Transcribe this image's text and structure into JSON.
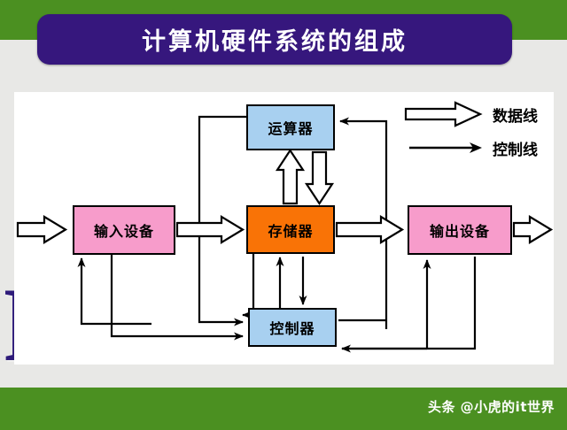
{
  "title": {
    "text": "计算机硬件系统的组成",
    "box_color": "#36177d",
    "text_color": "#ffffff"
  },
  "theme": {
    "band_green": "#4b9021",
    "page_bg": "#e8e8e6",
    "canvas_bg": "#ffffff",
    "deco_letters": "FD",
    "deco_color": "#2e1b7a"
  },
  "diagram": {
    "type": "block-diagram",
    "nodes": [
      {
        "id": "alu",
        "label": "运算器",
        "color": "#a8d0f0",
        "role": "arithmetic-logic-unit"
      },
      {
        "id": "mem",
        "label": "存储器",
        "color": "#f97306",
        "role": "memory"
      },
      {
        "id": "in",
        "label": "输入设备",
        "color": "#f79ccb",
        "role": "input-device"
      },
      {
        "id": "out",
        "label": "输出设备",
        "color": "#f79ccb",
        "role": "output-device"
      },
      {
        "id": "ctrl",
        "label": "控制器",
        "color": "#a8d0f0",
        "role": "controller"
      }
    ],
    "edges": [
      {
        "from": "external",
        "to": "in",
        "kind": "data"
      },
      {
        "from": "in",
        "to": "mem",
        "kind": "data"
      },
      {
        "from": "mem",
        "to": "out",
        "kind": "data"
      },
      {
        "from": "out",
        "to": "external",
        "kind": "data"
      },
      {
        "from": "mem",
        "to": "alu",
        "kind": "data"
      },
      {
        "from": "alu",
        "to": "mem",
        "kind": "data"
      },
      {
        "from": "alu",
        "to": "ctrl",
        "kind": "control"
      },
      {
        "from": "ctrl",
        "to": "alu",
        "kind": "control"
      },
      {
        "from": "mem",
        "to": "ctrl",
        "kind": "control"
      },
      {
        "from": "ctrl",
        "to": "mem",
        "kind": "control"
      },
      {
        "from": "in",
        "to": "ctrl",
        "kind": "control"
      },
      {
        "from": "ctrl",
        "to": "in",
        "kind": "control"
      },
      {
        "from": "out",
        "to": "ctrl",
        "kind": "control"
      },
      {
        "from": "ctrl",
        "to": "out",
        "kind": "control"
      }
    ]
  },
  "legend": {
    "items": [
      {
        "icon": "hollow-block-arrow-icon",
        "label": "数据线"
      },
      {
        "icon": "solid-line-arrow-icon",
        "label": "控制线"
      }
    ]
  },
  "watermark": {
    "text": "头条 @小虎的it世界"
  }
}
